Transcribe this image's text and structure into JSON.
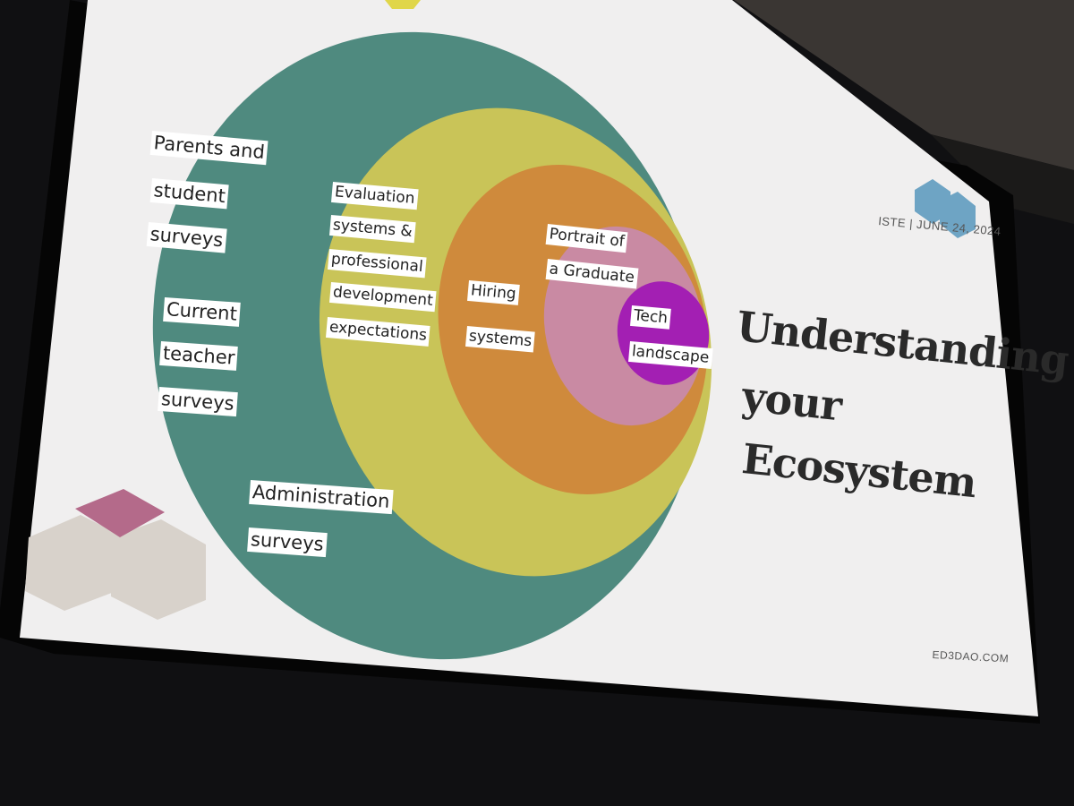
{
  "slide": {
    "title_lines": [
      "Understanding",
      "your",
      "Ecosystem"
    ],
    "event_text": "ISTE | JUNE 24, 2024",
    "website": "ED3DAO.COM"
  },
  "rings": {
    "outer": {
      "label_groups": [
        [
          "Parents and",
          "student",
          "surveys"
        ],
        [
          "Current",
          "teacher",
          "surveys"
        ],
        [
          "Administration",
          "surveys"
        ]
      ],
      "color": "#4f8a7f"
    },
    "evaluation": {
      "label_lines": [
        "Evaluation",
        "systems &",
        "professional",
        "development",
        "expectations"
      ],
      "color": "#c9c458"
    },
    "hiring": {
      "label_lines": [
        "Hiring",
        "systems"
      ],
      "color": "#cf8a3c"
    },
    "portrait": {
      "label_lines": [
        "Portrait of",
        "a Graduate"
      ],
      "color": "#c98aa3"
    },
    "tech": {
      "label_lines": [
        "Tech",
        "landscape"
      ],
      "color": "#a31fb3"
    }
  },
  "decor": {
    "top_right_hex_color": "#6ea4c4",
    "bottom_left_accent_color": "#b46a8a",
    "bottom_left_hex_color": "#d8d2cb",
    "top_hex_color": "#e0d64a"
  }
}
